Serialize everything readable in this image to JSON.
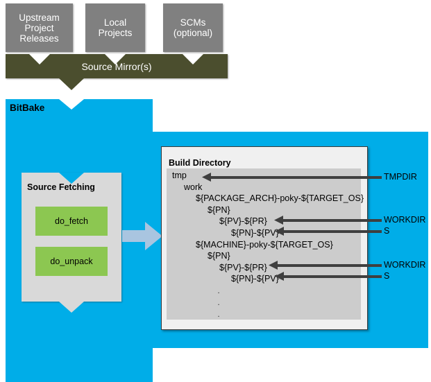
{
  "sources": [
    {
      "id": "upstream-project-releases",
      "lines": [
        "Upstream",
        "Project",
        "Releases"
      ]
    },
    {
      "id": "local-projects",
      "lines": [
        "Local",
        "Projects"
      ]
    },
    {
      "id": "scms-optional",
      "lines": [
        "SCMs",
        "(optional)"
      ]
    }
  ],
  "mirror": {
    "label": "Source Mirror(s)"
  },
  "bitbake": {
    "label": "BitBake",
    "source_fetching": {
      "title": "Source Fetching",
      "tasks": [
        {
          "id": "do-fetch",
          "label": "do_fetch"
        },
        {
          "id": "do-unpack",
          "label": "do_unpack"
        }
      ]
    }
  },
  "build_directory": {
    "title": "Build Directory",
    "tree": [
      {
        "indent": 0,
        "text": "tmp"
      },
      {
        "indent": 1,
        "text": "work"
      },
      {
        "indent": 2,
        "text": "${PACKAGE_ARCH}-poky-${TARGET_OS}"
      },
      {
        "indent": 3,
        "text": "${PN}"
      },
      {
        "indent": 4,
        "text": "${PV}-${PR}"
      },
      {
        "indent": 5,
        "text": "${PN}-${PV}"
      },
      {
        "indent": 2,
        "text": "${MACHINE}-poky-${TARGET_OS}"
      },
      {
        "indent": 3,
        "text": "${PN}"
      },
      {
        "indent": 4,
        "text": "${PV}-${PR}"
      },
      {
        "indent": 5,
        "text": "${PN}-${PV}"
      }
    ],
    "ellipsis": [
      ".",
      ".",
      "."
    ]
  },
  "variable_labels": [
    {
      "id": "tmpdir",
      "label": "TMPDIR"
    },
    {
      "id": "workdir-1",
      "label": "WORKDIR"
    },
    {
      "id": "s-1",
      "label": "S"
    },
    {
      "id": "workdir-2",
      "label": "WORKDIR"
    },
    {
      "id": "s-2",
      "label": "S"
    }
  ],
  "colors": {
    "bitbake_blue": "#00ADE8",
    "source_box_gray": "#808080",
    "mirror_olive": "#4B4E2E",
    "task_green": "#8CC751",
    "panel_gray": "#D9D9D9",
    "tree_gray": "#CCCCCC",
    "card_white": "#F0F0F0",
    "flow_arrow_blue": "#A9C5E0",
    "line_dark": "#3F3F3F"
  }
}
